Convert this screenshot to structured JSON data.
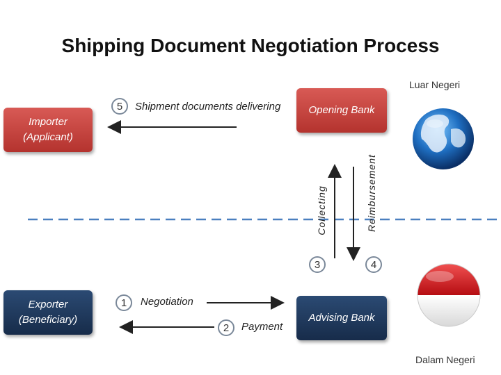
{
  "title": "Shipping Document Negotiation Process",
  "regions": {
    "foreign": "Luar Negeri",
    "domestic": "Dalam Negeri"
  },
  "parties": {
    "importer": {
      "name": "Importer",
      "role": "(Applicant)"
    },
    "opening_bank": "Opening Bank",
    "exporter": {
      "name": "Exporter",
      "role": "(Beneficiary)"
    },
    "advising_bank": "Advising Bank"
  },
  "steps": [
    {
      "num": "1",
      "label": "Negotiation"
    },
    {
      "num": "2",
      "label": "Payment"
    },
    {
      "num": "3",
      "label": "Collecting"
    },
    {
      "num": "4",
      "label": "Reimbursement"
    },
    {
      "num": "5",
      "label": "Shipment documents delivering"
    }
  ],
  "colors": {
    "red_box": "#c0403b",
    "navy_box": "#1f3658",
    "divider": "#4a7fbf"
  },
  "icons": {
    "foreign": "globe-icon",
    "domestic": "indonesia-flag-ball-icon"
  }
}
